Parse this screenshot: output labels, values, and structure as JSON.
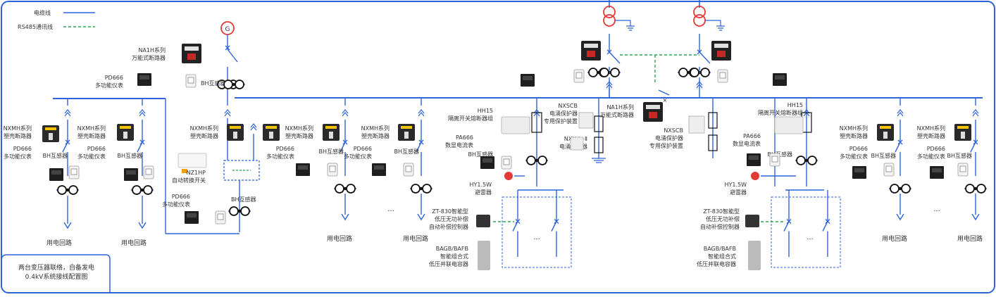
{
  "legend": {
    "solid_label": "电缆线",
    "dashed_label": "RS485通讯线"
  },
  "colors": {
    "frame": "#2f63d9",
    "wire": "#2f63d9",
    "comm": "#2aa84a",
    "transformer": "#e53935",
    "text": "#333333"
  },
  "labels": {
    "na1h_main_left": [
      "NA1H系列",
      "万能式断路器"
    ],
    "pd666_left": [
      "PD666",
      "多功能仪表"
    ],
    "bh_ct": "BH互感器",
    "nxmh": [
      "NXMH系列",
      "塑壳断路器"
    ],
    "pd666": [
      "PD666",
      "多功能仪表"
    ],
    "nz1hp": [
      "NZ1HP",
      "自动转换开关"
    ],
    "hh15": [
      "HH15",
      "隔离开关熔断器组"
    ],
    "pa666": [
      "PA666",
      "数显电流表"
    ],
    "hy1_5w": [
      "HY1.5W",
      "避雷器"
    ],
    "zt830": [
      "ZT-830智能型",
      "低压无功补偿",
      "自动补偿控制器"
    ],
    "bagb": [
      "BAGB/BAFB",
      "智能组合式",
      "低压并联电容器"
    ],
    "nxscb": [
      "NXSCB",
      "电涌保护器",
      "专用保护装置"
    ],
    "nxu": [
      "NXU-Ⅰ+Ⅱ",
      "电涌保护器"
    ],
    "na1h_tie": [
      "NA1H系列",
      "万能式断路器"
    ],
    "load_circuit": "用电回路",
    "ellipsis": "···",
    "corner_note": [
      "两台变压器联络，自备发电",
      "0.4kV系统接线配置图"
    ]
  }
}
